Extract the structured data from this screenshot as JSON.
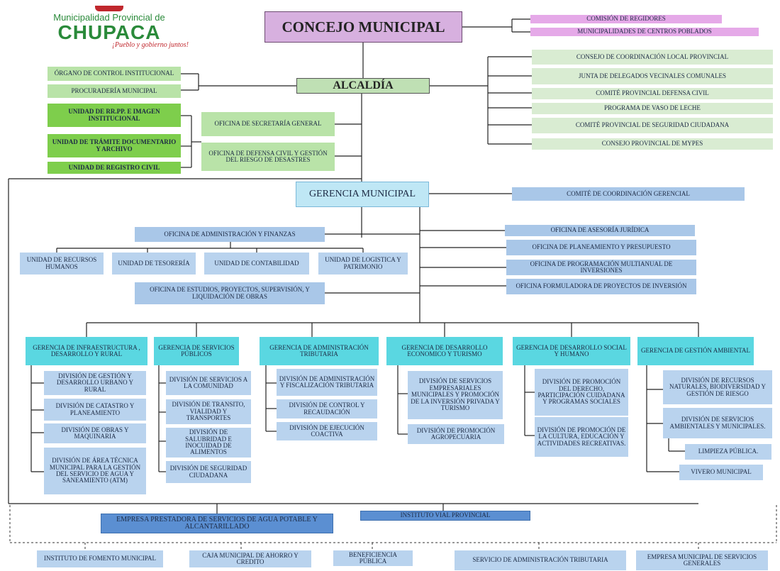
{
  "logo": {
    "line1": "Municipalidad Provincial de",
    "line2": "CHUPACA",
    "slogan": "¡Pueblo y gobierno juntos!",
    "colors": {
      "green": "#2a8a3a",
      "red": "#c0272d"
    }
  },
  "top": {
    "concejo": "CONCEJO MUNICIPAL",
    "comision": "COMISIÓN DE REGIDORES",
    "municipalidades": "MUNICIPALIDADES DE CENTROS POBLADOS"
  },
  "alcaldia": {
    "title": "ALCALDÍA",
    "left": [
      "ÓRGANO DE CONTROL INSTITUCIONAL",
      "PROCURADERÍA MUNICIPAL"
    ],
    "units": [
      "UNIDAD DE RR.PP. E IMAGEN INSTITUCIONAL",
      "UNIDAD DE TRÁMITE DOCUMENTARIO Y ARCHIVO",
      "UNIDAD DE REGISTRO CIVIL"
    ],
    "offices": [
      "OFICINA DE SECRETARÍA GENERAL",
      "OFICINA DE DEFENSA CIVIL Y GESTIÓN DEL RIESGO DE DESASTRES"
    ],
    "right": [
      "CONSEJO DE COORDINACIÓN LOCAL PROVINCIAL",
      "JUNTA DE DELEGADOS VECINALES COMUNALES",
      "COMITÉ PROVINCIAL DEFENSA CIVIL",
      "PROGRAMA DE VASO DE LECHE",
      "COMITÉ PROVINCIAL DE SEGURIDAD CIUDADANA",
      "CONSEJO PROVINCIAL DE MYPES"
    ]
  },
  "gerencia": {
    "title": "GERENCIA MUNICIPAL",
    "comite": "COMITÉ DE COORDINACIÓN GERENCIAL",
    "admin": "OFICINA DE ADMINISTRACIÓN Y FINANZAS",
    "admin_units": [
      "UNIDAD DE RECURSOS HUMANOS",
      "UNIDAD DE TESORERÍA",
      "UNIDAD DE CONTABILIDAD",
      "UNIDAD DE LOGISTICA Y PATRIMONIO"
    ],
    "estudios": "OFICINA DE ESTUDIOS, PROYECTOS, SUPERVISIÓN, Y LIQUIDACIÓN DE OBRAS",
    "right": [
      "OFICINA DE ASESORÍA JURÍDICA",
      "OFICINA DE PLANEAMIENTO Y PRESUPUESTO",
      "OFICINA DE PROGRAMACIÓN MULTIANUAL DE INVERSIONES",
      "OFICINA FORMULADORA DE PROYECTOS DE INVERSIÓN"
    ]
  },
  "gerencias": [
    {
      "title": "GERENCIA DE INFRAESTRUCTURA , DESARROLLO Y RURAL",
      "divs": [
        "DIVISIÓN DE GESTIÓN Y DESARROLLO URBANO Y RURAL",
        "DIVISIÓN DE CATASTRO Y PLANEAMIENTO",
        "DIVISIÓN DE OBRAS Y MAQUINARIA",
        "DIVISIÓN DE ÁREA TÉCNICA MUNICIPAL PARA LA GESTIÓN DEL SERVICIO DE AGUA Y SANEAMIENTO (ATM)"
      ]
    },
    {
      "title": "GERENCIA DE SERVICIOS PÚBLICOS",
      "divs": [
        "DIVISIÓN DE SERVICIOS A LA COMUNIDAD",
        "DIVISIÓN DE TRANSITO, VIALIDAD Y TRANSPORTES",
        "DIVISIÓN DE SALUBRIDAD E INOCUIDAD DE ALIMENTOS",
        "DIVISIÓN DE SEGURIDAD CIUDADANA"
      ]
    },
    {
      "title": "GERENCIA DE ADMINISTRACIÓN TRIBUTARIA",
      "divs": [
        "DIVISIÓN DE ADMINISTRACIÓN Y FISCALIZACIÓN TRIBUTARIA",
        "DIVISIÓN DE CONTROL Y RECAUDACIÓN",
        "DIVISIÓN DE EJECUCIÓN COACTIVA"
      ]
    },
    {
      "title": "GERENCIA DE DESARROLLO ECONOMICO Y TURISMO",
      "divs": [
        "DIVISIÓN DE SERVICIOS EMPRESARIALES MUNICIPALES Y PROMOCIÓN DE LA INVERSIÓN PRIVADA Y TURISMO",
        "DIVISIÓN DE PROMOCIÓN AGROPECUARIA"
      ]
    },
    {
      "title": "GERENCIA DE DESARROLLO SOCIAL Y HUMANO",
      "divs": [
        "DIVISIÓN DE PROMOCIÓN DEL DERECHO, PARTICIPACIÓN CUIDADANA Y PROGRAMAS SOCIALES",
        "DIVISIÓN DE PROMOCIÓN DE LA CULTURA, EDUCACIÓN Y ACTIVIDADES RECREATIVAS."
      ]
    },
    {
      "title": "GERENCIA DE GESTIÓN AMBIENTAL",
      "divs": [
        "DIVISIÓN DE RECURSOS NATURALES, BIODIVERSIDAD Y GESTIÓN DE RIESGO",
        "DIVISIÓN DE SERVICIOS AMBIENTALES Y MUNICIPALES.",
        "LIMPIEZA PÚBLICA.",
        "VIVERO MUNICIPAL"
      ]
    }
  ],
  "empresas": {
    "agua": "EMPRESA PRESTADORA DE SERVICIOS DE AGUA POTABLE Y ALCANTARILLADO",
    "vial": "INSTITUTO VIAL PROVINCIAL"
  },
  "bottom": [
    "INSTITUTO DE FOMENTO MUNICIPAL",
    "CAJA MUNICIPAL DE AHORRO Y CREDITO",
    "BENEFICIENCIA PÚBLICA",
    "SERVICIO DE ADMINISTRACIÓN TRIBUTARIA",
    "EMPRESA MUNICIPAL DE SERVICIOS GENERALES"
  ]
}
